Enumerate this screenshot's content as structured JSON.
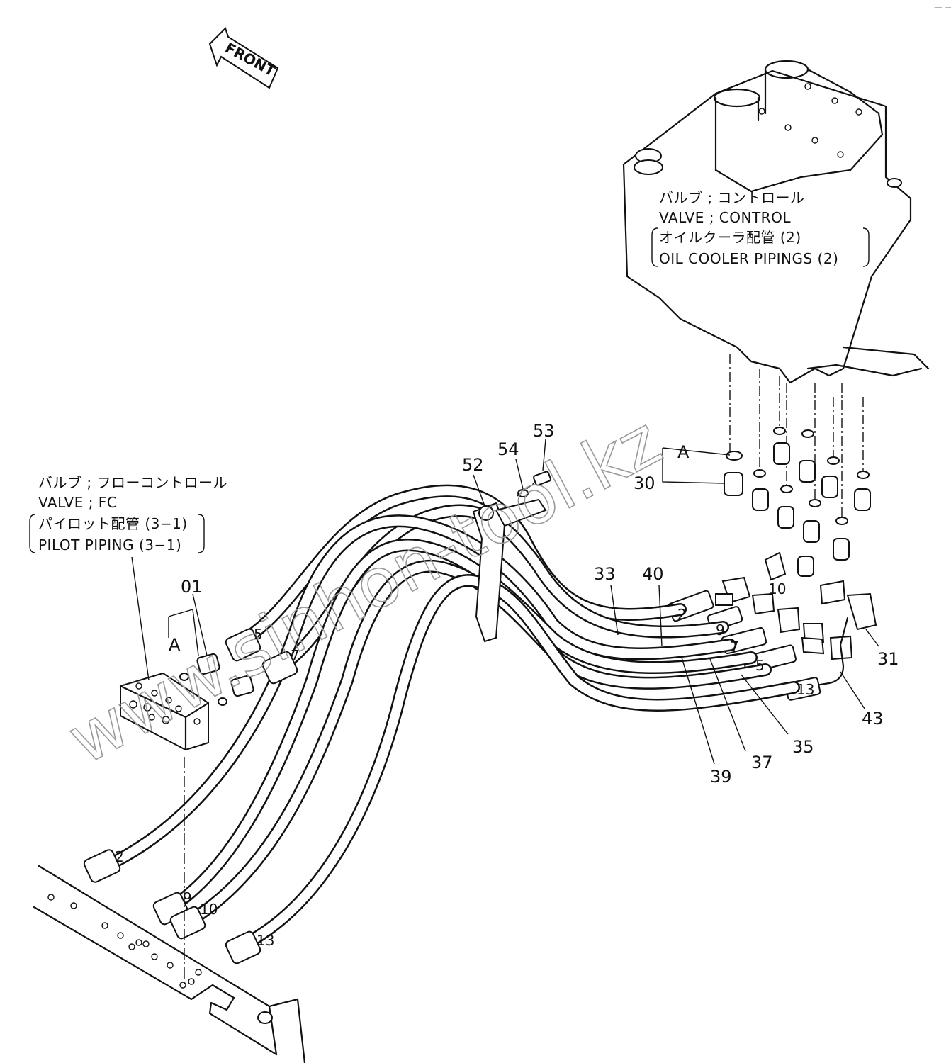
{
  "front_arrow": {
    "label": "FRONT"
  },
  "notes": {
    "control_valve": {
      "line1": "バルブ ; コントロール",
      "line2": "VALVE ; CONTROL",
      "line3": "オイルクーラ配管 (2)",
      "line4": "OIL  COOLER  PIPINGS (2)"
    },
    "fc_valve": {
      "line1": "バルブ ; フローコントロール",
      "line2": "VALVE ; FC",
      "line3": "パイロット配管 (3−1)",
      "line4": "PILOT  PIPING (3−1)"
    }
  },
  "callouts": {
    "c01": "01",
    "cA_left": "A",
    "cA_right": "A",
    "c30": "30",
    "c31": "31",
    "c33": "33",
    "c35": "35",
    "c37": "37",
    "c39": "39",
    "c40": "40",
    "c43": "43",
    "c52": "52",
    "c53": "53",
    "c54": "54"
  },
  "hose_marks": {
    "m2_left": "2",
    "m9_left": "9",
    "m10_left": "10",
    "m13_left": "13",
    "m5_mid": "5",
    "m7_mid": "7",
    "m2_right": "2",
    "m9_right": "9",
    "m7_right": "7",
    "m5_right": "5",
    "m13_right": "13",
    "m10_right": "10"
  },
  "watermark": "www.sinhon-tool.kz",
  "corner_mark": "— —"
}
